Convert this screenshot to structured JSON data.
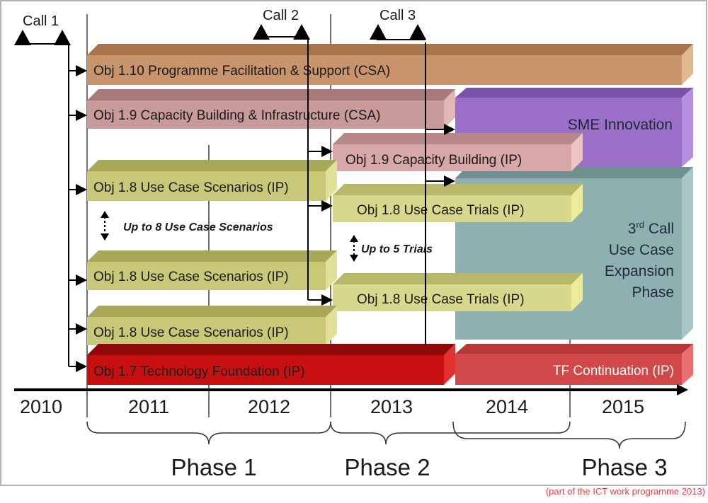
{
  "calls": [
    {
      "label": "Call 1"
    },
    {
      "label": "Call 2"
    },
    {
      "label": "Call 3"
    }
  ],
  "bars": [
    {
      "label": "Obj 1.10 Programme Facilitation & Support (CSA)",
      "color": "#c8946c"
    },
    {
      "label": "Obj 1.9 Capacity Building & Infrastructure (CSA)",
      "color": "#c89a9a"
    },
    {
      "label": "Obj 1.9 Capacity Building (IP)",
      "color": "#d8a8a8"
    },
    {
      "label": "Obj 1.8 Use Case Scenarios (IP)",
      "color": "#c8c878"
    },
    {
      "label": "Obj 1.8 Use Case Trials (IP)",
      "color": "#d8d88c"
    },
    {
      "label": "Obj 1.8 Use Case Scenarios (IP)",
      "color": "#c8c878"
    },
    {
      "label": "Obj 1.8 Use Case Trials (IP)",
      "color": "#d8d88c"
    },
    {
      "label": "Obj 1.8 Use Case Scenarios (IP)",
      "color": "#c8c878"
    },
    {
      "label": "Obj 1.7 Technology Foundation (IP)",
      "color": "#c81010"
    }
  ],
  "blocks": {
    "sme": {
      "label": "SME Innovation",
      "color": "#9b6fc8"
    },
    "expansion": {
      "line1_pre": "3",
      "line1_sup": "rd",
      "line1_post": " Call",
      "line2": "Use Case",
      "line3": "Expansion",
      "line4": "Phase",
      "color": "#8fb0b0"
    },
    "tf_continuation": {
      "label": "TF Continuation (IP)",
      "color": "#d04848"
    }
  },
  "notes": {
    "scenarios": "Up to 8 Use Case Scenarios",
    "trials": "Up to 5 Trials"
  },
  "years": [
    "2010",
    "2011",
    "2012",
    "2013",
    "2014",
    "2015"
  ],
  "phases": [
    "Phase 1",
    "Phase 2",
    "Phase 3"
  ],
  "footer": "(part of the ICT work programme 2013)"
}
